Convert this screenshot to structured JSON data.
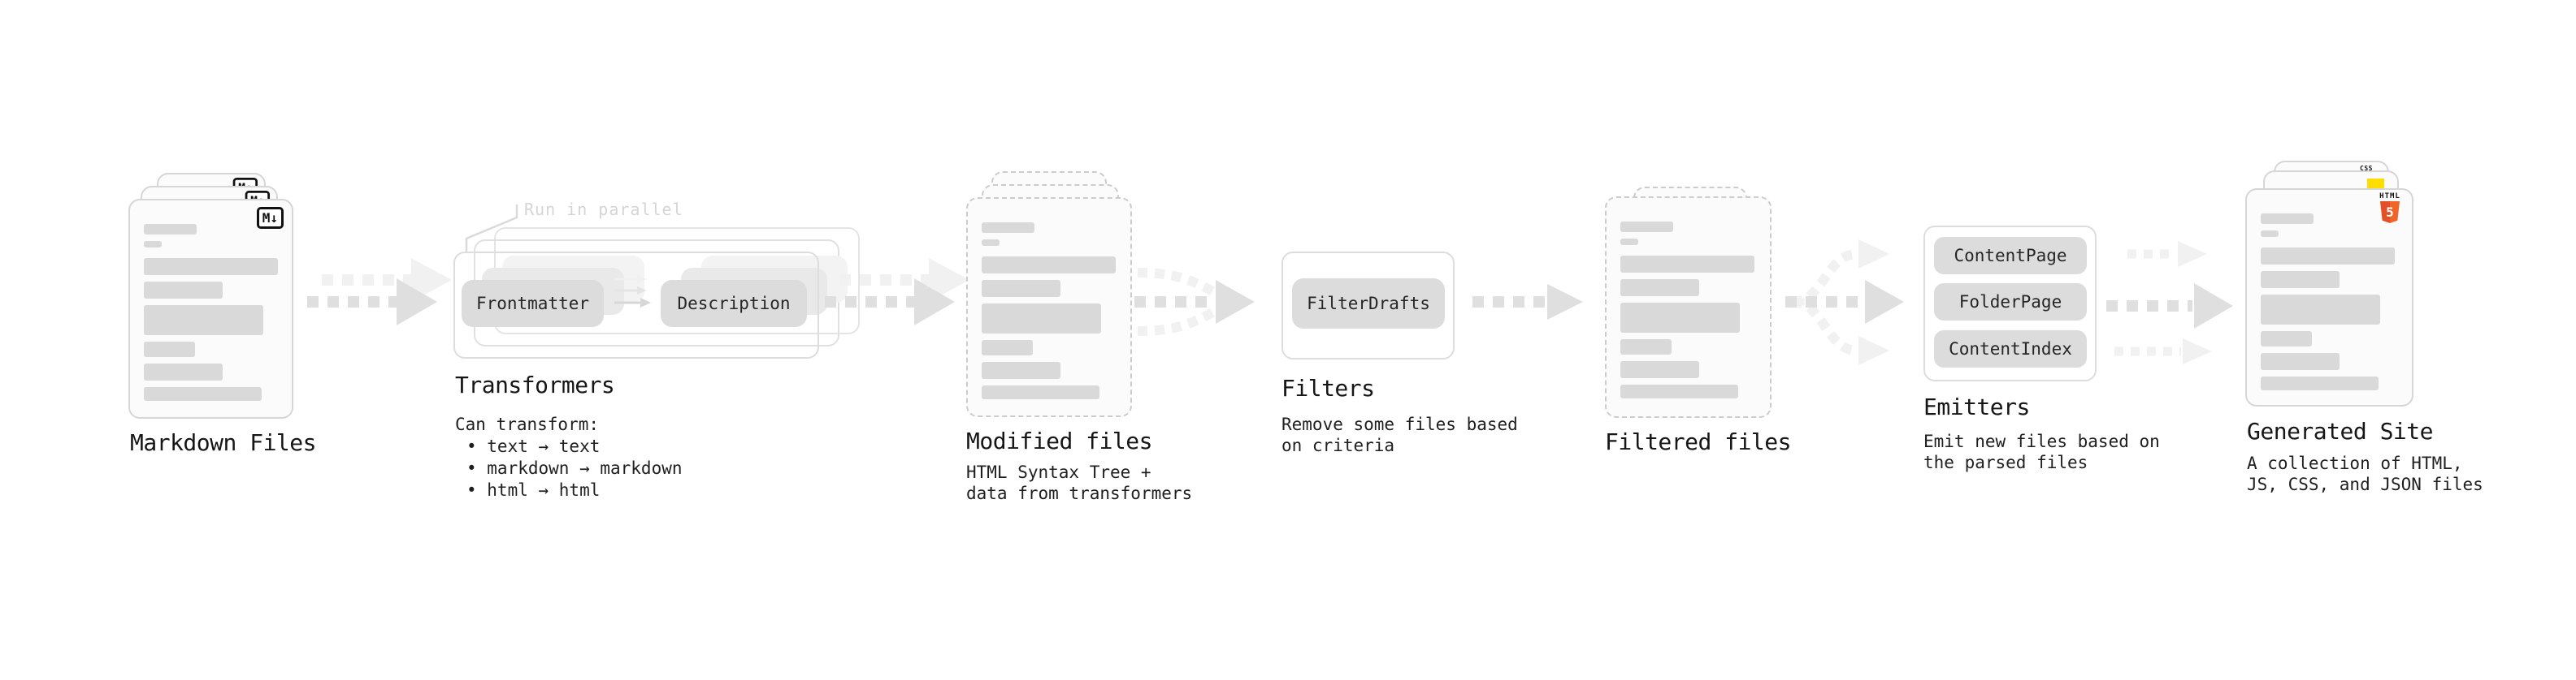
{
  "palette": {
    "bar": "#d9d9d9",
    "docBg": "#fbfbfb",
    "docBorder": "#d6d6d6",
    "dashedBorder": "#cccccc",
    "chipBg": "#dcdcdc",
    "boxBorder": "#dddddd",
    "ghost1": "#e9e9e9",
    "ghost2": "#f3f3f3",
    "arrowDark": "#dfdfdf",
    "arrowLight": "#f1f1f1",
    "noteGray": "#d5d5d5",
    "heading": "#161616",
    "body": "#1f1f1f",
    "html5Orange": "#e34f26",
    "html5OrangeLight": "#f16529",
    "jsYellow": "#ffdd00",
    "cssBlue": "#2f6bff",
    "badgeBlack": "#111111"
  },
  "stages": {
    "markdown": {
      "label": "Markdown Files"
    },
    "transformers": {
      "label": "Transformers",
      "note": "Run in parallel",
      "chips": [
        "Frontmatter",
        "Description"
      ],
      "description_title": "Can transform:",
      "bullets": [
        "• text → text",
        "• markdown → markdown",
        "• html → html"
      ]
    },
    "modified": {
      "label": "Modified files",
      "subtitle": [
        "HTML Syntax Tree +",
        "data from transformers"
      ]
    },
    "filters": {
      "label": "Filters",
      "chips": [
        "FilterDrafts"
      ],
      "subtitle": [
        "Remove some files based",
        "on criteria"
      ]
    },
    "filtered": {
      "label": "Filtered files"
    },
    "emitters": {
      "label": "Emitters",
      "chips": [
        "ContentPage",
        "FolderPage",
        "ContentIndex"
      ],
      "subtitle": [
        "Emit new files based on",
        "the parsed files"
      ]
    },
    "generated": {
      "label": "Generated Site",
      "subtitle": [
        "A collection of HTML,",
        "JS, CSS, and JSON files"
      ]
    }
  },
  "icons": {
    "markdown_badge": "M↓",
    "html5_label": "HTML",
    "html5_five": "5",
    "css_label": "CSS"
  }
}
